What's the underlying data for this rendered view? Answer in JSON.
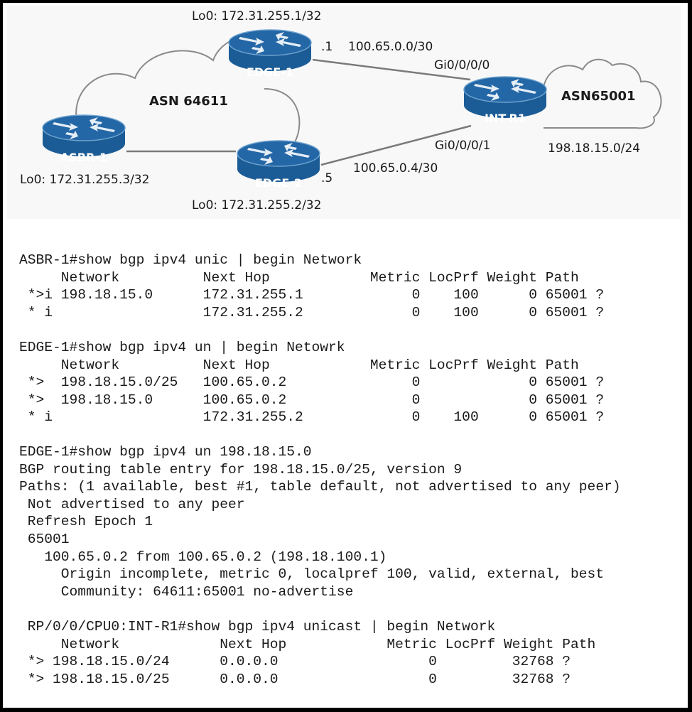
{
  "diagram": {
    "asn_internal": "ASN 64611",
    "asn_external": "ASN65001",
    "external_prefix": "198.18.15.0/24",
    "colors": {
      "router_fill": "#1c5c96",
      "router_top": "#2a6fae",
      "router_highlight": "#ffffff",
      "cloud_stroke": "#8a8a8a",
      "link_stroke": "#7a7a7a"
    },
    "routers": [
      {
        "id": "edge1",
        "name": "EDGE-1",
        "loopback": "Lo0: 172.31.255.1/32",
        "icon": "router-icon"
      },
      {
        "id": "edge2",
        "name": "EDGE-2",
        "loopback": "Lo0: 172.31.255.2/32",
        "icon": "router-icon"
      },
      {
        "id": "asbr1",
        "name": "ASBR-1",
        "loopback": "Lo0: 172.31.255.3/32",
        "icon": "router-icon"
      },
      {
        "id": "intr1",
        "name": "INT-R1",
        "loopback": "",
        "icon": "router-icon"
      }
    ],
    "links": [
      {
        "subnet": "100.65.0.0/30",
        "near_ip": ".1",
        "far_interface": "Gi0/0/0/0"
      },
      {
        "subnet": "100.65.0.4/30",
        "near_ip": ".5",
        "far_interface": "Gi0/0/0/1"
      }
    ]
  },
  "cli": {
    "blocks": [
      {
        "lines": [
          "ASBR-1#show bgp ipv4 unic | begin Network",
          "     Network          Next Hop            Metric LocPrf Weight Path",
          " *>i 198.18.15.0      172.31.255.1             0    100      0 65001 ?",
          " * i                  172.31.255.2             0    100      0 65001 ?"
        ]
      },
      {
        "lines": [
          "EDGE-1#show bgp ipv4 un | begin Netowrk",
          "     Network          Next Hop            Metric LocPrf Weight Path",
          " *>  198.18.15.0/25   100.65.0.2               0             0 65001 ?",
          " *>  198.18.15.0      100.65.0.2               0             0 65001 ?",
          " * i                  172.31.255.2             0    100      0 65001 ?"
        ]
      },
      {
        "lines": [
          "EDGE-1#show bgp ipv4 un 198.18.15.0",
          "BGP routing table entry for 198.18.15.0/25, version 9",
          "Paths: (1 available, best #1, table default, not advertised to any peer)",
          " Not advertised to any peer",
          " Refresh Epoch 1",
          " 65001",
          "   100.65.0.2 from 100.65.0.2 (198.18.100.1)",
          "     Origin incomplete, metric 0, localpref 100, valid, external, best",
          "     Community: 64611:65001 no-advertise"
        ]
      },
      {
        "lines": [
          " RP/0/0/CPU0:INT-R1#show bgp ipv4 unicast | begin Network",
          "     Network            Next Hop            Metric LocPrf Weight Path",
          " *> 198.18.15.0/24      0.0.0.0                  0         32768 ?",
          " *> 198.18.15.0/25      0.0.0.0                  0         32768 ?"
        ]
      }
    ]
  }
}
